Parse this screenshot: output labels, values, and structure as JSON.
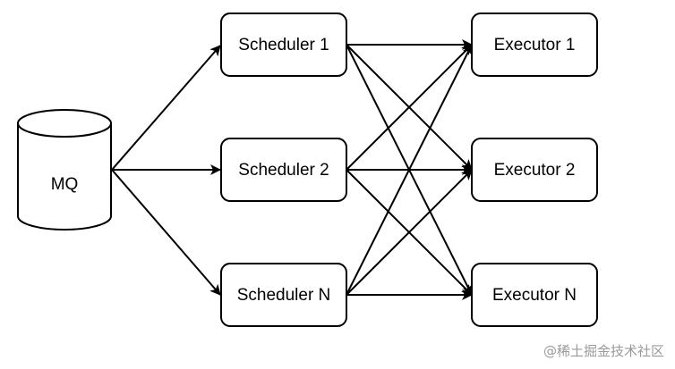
{
  "diagram": {
    "mq": {
      "label": "MQ"
    },
    "schedulers": [
      {
        "label": "Scheduler 1"
      },
      {
        "label": "Scheduler 2"
      },
      {
        "label": "Scheduler N"
      }
    ],
    "executors": [
      {
        "label": "Executor 1"
      },
      {
        "label": "Executor 2"
      },
      {
        "label": "Executor N"
      }
    ],
    "edges": [
      {
        "from": "mq",
        "to": "scheduler-1"
      },
      {
        "from": "mq",
        "to": "scheduler-2"
      },
      {
        "from": "mq",
        "to": "scheduler-n"
      },
      {
        "from": "scheduler-1",
        "to": "executor-1"
      },
      {
        "from": "scheduler-1",
        "to": "executor-2"
      },
      {
        "from": "scheduler-1",
        "to": "executor-n"
      },
      {
        "from": "scheduler-2",
        "to": "executor-1"
      },
      {
        "from": "scheduler-2",
        "to": "executor-2"
      },
      {
        "from": "scheduler-2",
        "to": "executor-n"
      },
      {
        "from": "scheduler-n",
        "to": "executor-1"
      },
      {
        "from": "scheduler-n",
        "to": "executor-2"
      },
      {
        "from": "scheduler-n",
        "to": "executor-n"
      }
    ],
    "stroke_color": "#000000",
    "fill_color": "#ffffff"
  },
  "watermark": {
    "text": "@稀土掘金技术社区"
  }
}
